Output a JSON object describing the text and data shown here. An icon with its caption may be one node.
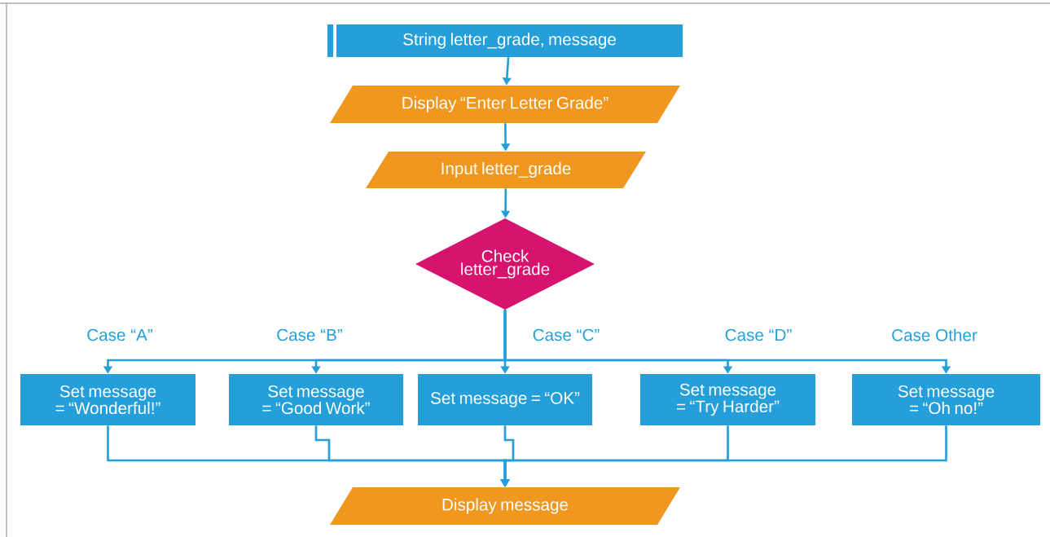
{
  "diagram": {
    "nodes": [
      {
        "text": [
          "String letter_grade, message"
        ]
      },
      {
        "text": [
          "Display “Enter Letter Grade”"
        ]
      },
      {
        "text": [
          "Input letter_grade"
        ]
      },
      {
        "text": [
          "Check letter_grade"
        ]
      },
      {
        "text": [
          "Set message = “Wonderful!”"
        ]
      },
      {
        "text": [
          "Set message = “Good Work”"
        ]
      },
      {
        "text": [
          "Set message = “OK”"
        ]
      },
      {
        "text": [
          "Set message = “Try Harder”"
        ]
      },
      {
        "text": [
          "Set message = “Oh no!”"
        ]
      },
      {
        "text": [
          "Display message"
        ]
      }
    ],
    "edges": [
      {
        "from": 0,
        "to": 1,
        "arrow": "to"
      },
      {
        "from": 1,
        "to": 2,
        "arrow": "to"
      },
      {
        "from": 2,
        "to": 3,
        "arrow": "to"
      },
      {
        "from": 3,
        "to": 4,
        "arrow": "to",
        "label": "Case “A”"
      },
      {
        "from": 3,
        "to": 5,
        "arrow": "to",
        "label": "Case “B”"
      },
      {
        "from": 3,
        "to": 6,
        "arrow": "to",
        "label": "Case “C”"
      },
      {
        "from": 3,
        "to": 7,
        "arrow": "to",
        "label": "Case “D”"
      },
      {
        "from": 3,
        "to": 8,
        "arrow": "to",
        "label": "Case Other"
      },
      {
        "from": 4,
        "to": 9,
        "arrow": "to"
      },
      {
        "from": 5,
        "to": 9,
        "arrow": "to"
      },
      {
        "from": 6,
        "to": 9,
        "arrow": "to"
      },
      {
        "from": 7,
        "to": 9,
        "arrow": "to"
      },
      {
        "from": 8,
        "to": 9,
        "arrow": "to"
      }
    ]
  }
}
